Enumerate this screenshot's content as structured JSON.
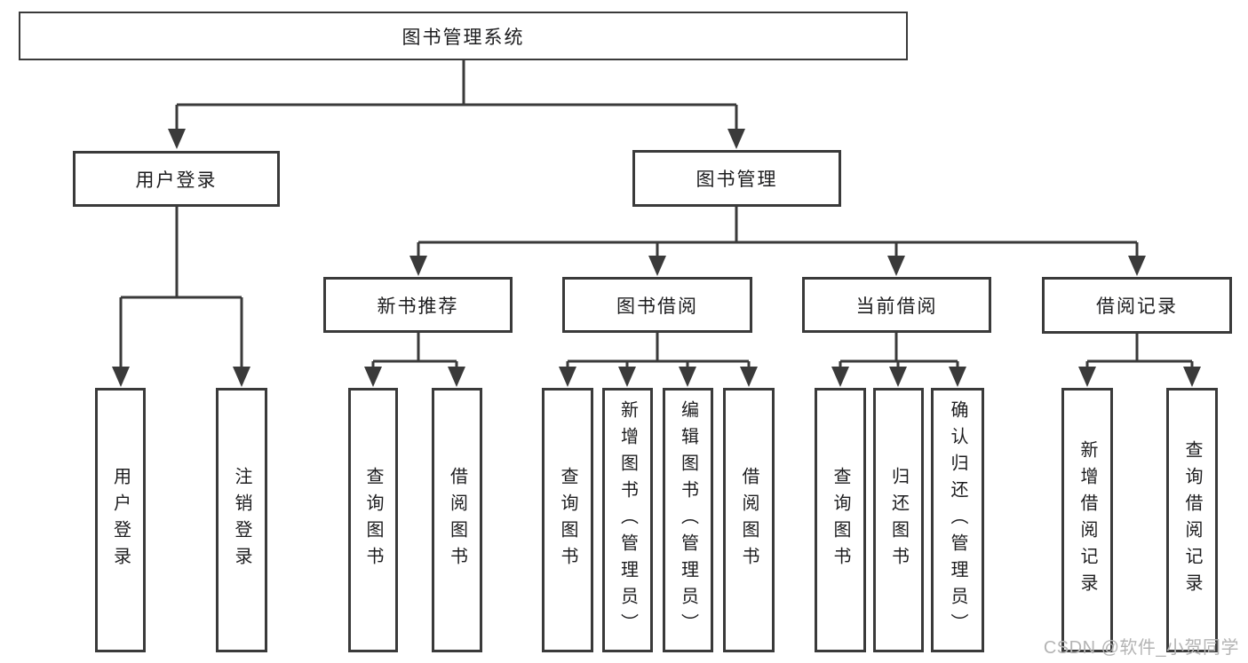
{
  "diagram": {
    "type": "hierarchy-tree",
    "colors": {
      "line": "#3a3a3a",
      "box_border": "#3a3a3a",
      "box_fill": "#ffffff",
      "text": "#1d1d1f",
      "watermark": "#b4b4b4",
      "background": "#ffffff"
    }
  },
  "tree": {
    "label": "图书管理系统",
    "children": [
      {
        "label": "用户登录",
        "children": [
          {
            "label": "用户登录"
          },
          {
            "label": "注销登录"
          }
        ]
      },
      {
        "label": "图书管理",
        "children": [
          {
            "label": "新书推荐",
            "children": [
              {
                "label": "查询图书"
              },
              {
                "label": "借阅图书"
              }
            ]
          },
          {
            "label": "图书借阅",
            "children": [
              {
                "label": "查询图书"
              },
              {
                "label": "新增图书（管理员）"
              },
              {
                "label": "编辑图书（管理员）"
              },
              {
                "label": "借阅图书"
              }
            ]
          },
          {
            "label": "当前借阅",
            "children": [
              {
                "label": "查询图书"
              },
              {
                "label": "归还图书"
              },
              {
                "label": "确认归还（管理员）"
              }
            ]
          },
          {
            "label": "借阅记录",
            "children": [
              {
                "label": "新增借阅记录"
              },
              {
                "label": "查询借阅记录"
              }
            ]
          }
        ]
      }
    ]
  },
  "watermark": {
    "text": "CSDN @软件_小贺同学"
  }
}
